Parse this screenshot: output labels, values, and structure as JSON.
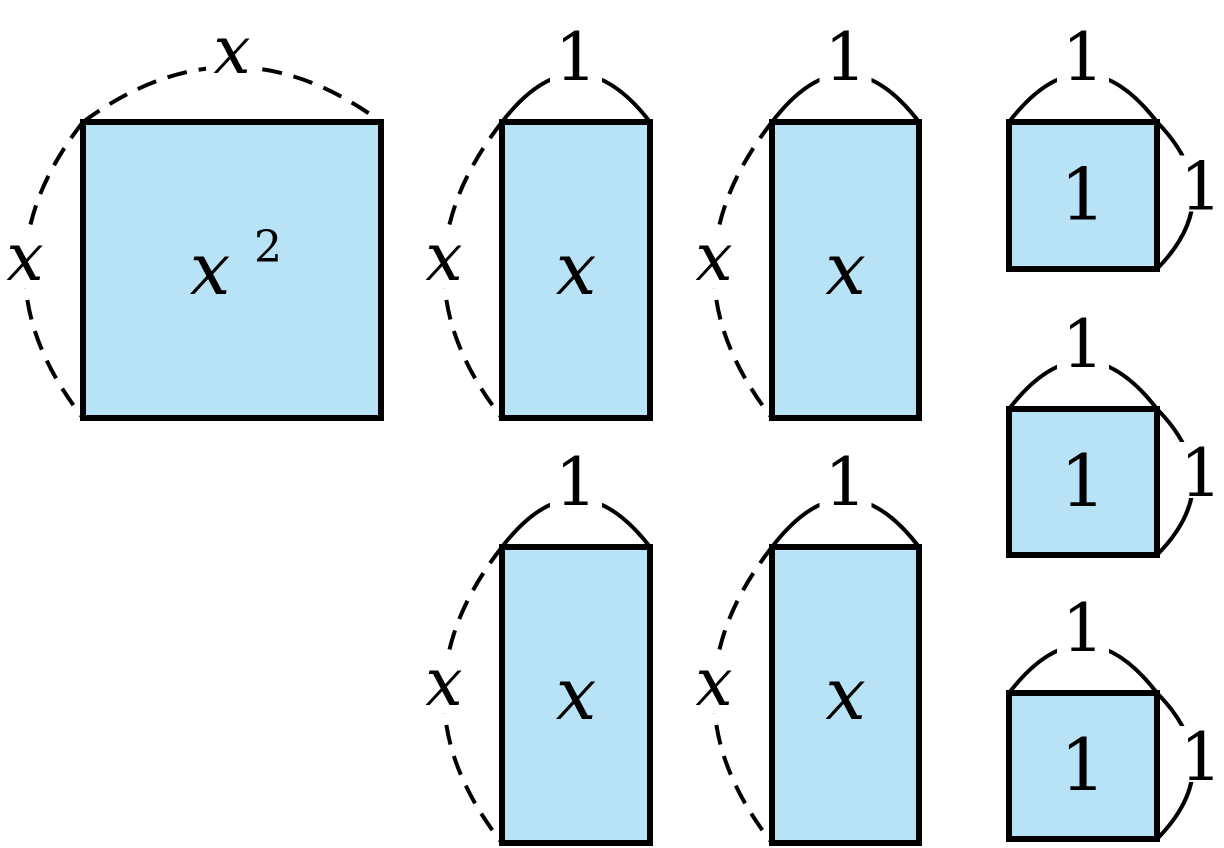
{
  "colors": {
    "tile_fill": "#b8e2f6",
    "stroke": "#000000"
  },
  "tiles": [
    {
      "id": "x2",
      "inner": "x",
      "sup": "2",
      "top": "x",
      "left": "x",
      "right": ""
    },
    {
      "id": "x1",
      "inner": "x",
      "sup": "",
      "top": "1",
      "left": "x",
      "right": ""
    },
    {
      "id": "x2b",
      "inner": "x",
      "sup": "",
      "top": "1",
      "left": "x",
      "right": ""
    },
    {
      "id": "u1",
      "inner": "1",
      "sup": "",
      "top": "1",
      "left": "",
      "right": "1"
    },
    {
      "id": "u2",
      "inner": "1",
      "sup": "",
      "top": "1",
      "left": "",
      "right": "1"
    },
    {
      "id": "x3",
      "inner": "x",
      "sup": "",
      "top": "1",
      "left": "x",
      "right": ""
    },
    {
      "id": "x4",
      "inner": "x",
      "sup": "",
      "top": "1",
      "left": "x",
      "right": ""
    },
    {
      "id": "u3",
      "inner": "1",
      "sup": "",
      "top": "1",
      "left": "",
      "right": "1"
    }
  ]
}
